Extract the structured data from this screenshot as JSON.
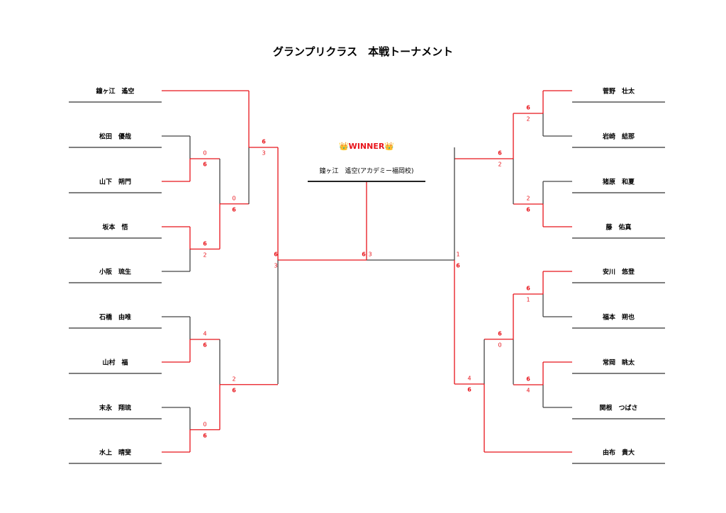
{
  "title": "グランプリクラス　本戦トーナメント",
  "winner_label": "👑WINNER👑",
  "champion": "鐘ヶ江　遙空(アカデミー福岡校)",
  "colors": {
    "win": "#e8141b",
    "loss": "#444444"
  },
  "left_players": [
    "鐘ヶ江　遙空",
    "松田　優哉",
    "山下　朔門",
    "坂本　悟",
    "小阪　琉生",
    "石橋　由唯",
    "山村　福",
    "末永　翔琉",
    "水上　晴斐"
  ],
  "right_players": [
    "菅野　壮太",
    "岩崎　結那",
    "猪原　和夏",
    "藤　佑真",
    "安川　悠登",
    "福本　朔也",
    "常岡　眺太",
    "関根　つばさ",
    "由布　貴大"
  ],
  "matches": {
    "L1": {
      "top": "0",
      "bottom": "6"
    },
    "L2": {
      "top": "6",
      "bottom": "2"
    },
    "L3": {
      "top": "0",
      "bottom": "6"
    },
    "L4": {
      "top": "6",
      "bottom": "3"
    },
    "L5": {
      "top": "4",
      "bottom": "6"
    },
    "L6": {
      "top": "0",
      "bottom": "6"
    },
    "L7": {
      "top": "2",
      "bottom": "6"
    },
    "LS": {
      "top": "6",
      "bottom": "3"
    },
    "F": {
      "left": "6",
      "right": "3"
    },
    "R1": {
      "top": "6",
      "bottom": "2"
    },
    "R2": {
      "top": "2",
      "bottom": "6"
    },
    "R3": {
      "top": "6",
      "bottom": "2"
    },
    "R4": {
      "top": "6",
      "bottom": "1"
    },
    "R5": {
      "top": "6",
      "bottom": "4"
    },
    "R6": {
      "top": "6",
      "bottom": "0"
    },
    "R7": {
      "top": "4",
      "bottom": "6"
    },
    "RS": {
      "top": "1",
      "bottom": "6"
    }
  }
}
